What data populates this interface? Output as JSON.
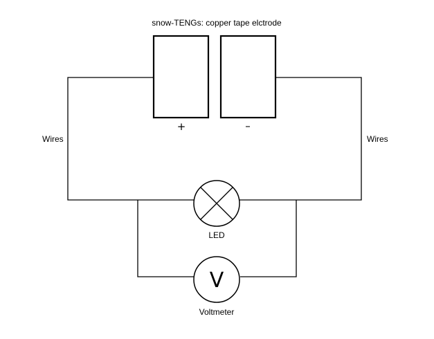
{
  "diagram": {
    "title": "snow-TENGs: copper tape elctrode",
    "electrode_left_sign": "+",
    "electrode_right_sign": "–",
    "wires_left_label": "Wires",
    "wires_right_label": "Wires",
    "led_label": "LED",
    "voltmeter_symbol": "V",
    "voltmeter_label": "Voltmeter"
  },
  "icons": {
    "led": "lamp-cross-circle-icon",
    "voltmeter": "voltmeter-circle-icon"
  }
}
